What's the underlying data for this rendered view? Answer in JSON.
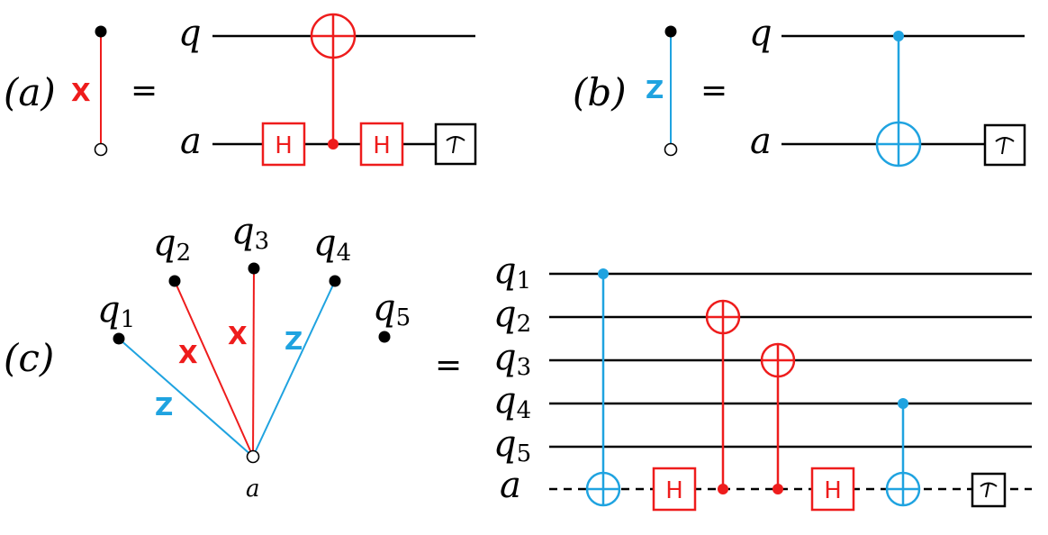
{
  "colors": {
    "red": "#ee1c1c",
    "blue": "#1fa3e0",
    "black": "#000000"
  },
  "panel_a": {
    "label": "(a)",
    "edge_label": "X",
    "equals": "=",
    "wire_q": "q",
    "wire_a": "a",
    "gate_h1": "H",
    "gate_h2": "H"
  },
  "panel_b": {
    "label": "(b)",
    "edge_label": "Z",
    "equals": "=",
    "wire_q": "q",
    "wire_a": "a"
  },
  "panel_c": {
    "label": "(c)",
    "equals": "=",
    "graph": {
      "nodes": [
        {
          "id": "q1",
          "base": "q",
          "sub": "1"
        },
        {
          "id": "q2",
          "base": "q",
          "sub": "2"
        },
        {
          "id": "q3",
          "base": "q",
          "sub": "3"
        },
        {
          "id": "q4",
          "base": "q",
          "sub": "4"
        },
        {
          "id": "q5",
          "base": "q",
          "sub": "5"
        }
      ],
      "ancilla": "a",
      "edges": [
        {
          "from": "q1",
          "label": "Z",
          "color": "blue"
        },
        {
          "from": "q2",
          "label": "X",
          "color": "red"
        },
        {
          "from": "q3",
          "label": "X",
          "color": "red"
        },
        {
          "from": "q4",
          "label": "Z",
          "color": "blue"
        }
      ]
    },
    "circuit": {
      "wires": [
        {
          "base": "q",
          "sub": "1"
        },
        {
          "base": "q",
          "sub": "2"
        },
        {
          "base": "q",
          "sub": "3"
        },
        {
          "base": "q",
          "sub": "4"
        },
        {
          "base": "q",
          "sub": "5"
        }
      ],
      "ancilla_label": "a",
      "gates": [
        {
          "type": "cnot-target-on-ancilla",
          "control": "q1",
          "color": "blue"
        },
        {
          "type": "H",
          "label": "H",
          "color": "red"
        },
        {
          "type": "cnot-control-on-ancilla",
          "target": "q2",
          "color": "red"
        },
        {
          "type": "cnot-control-on-ancilla",
          "target": "q3",
          "color": "red"
        },
        {
          "type": "H",
          "label": "H",
          "color": "red"
        },
        {
          "type": "cnot-target-on-ancilla",
          "control": "q4",
          "color": "blue"
        },
        {
          "type": "measure"
        }
      ]
    }
  }
}
